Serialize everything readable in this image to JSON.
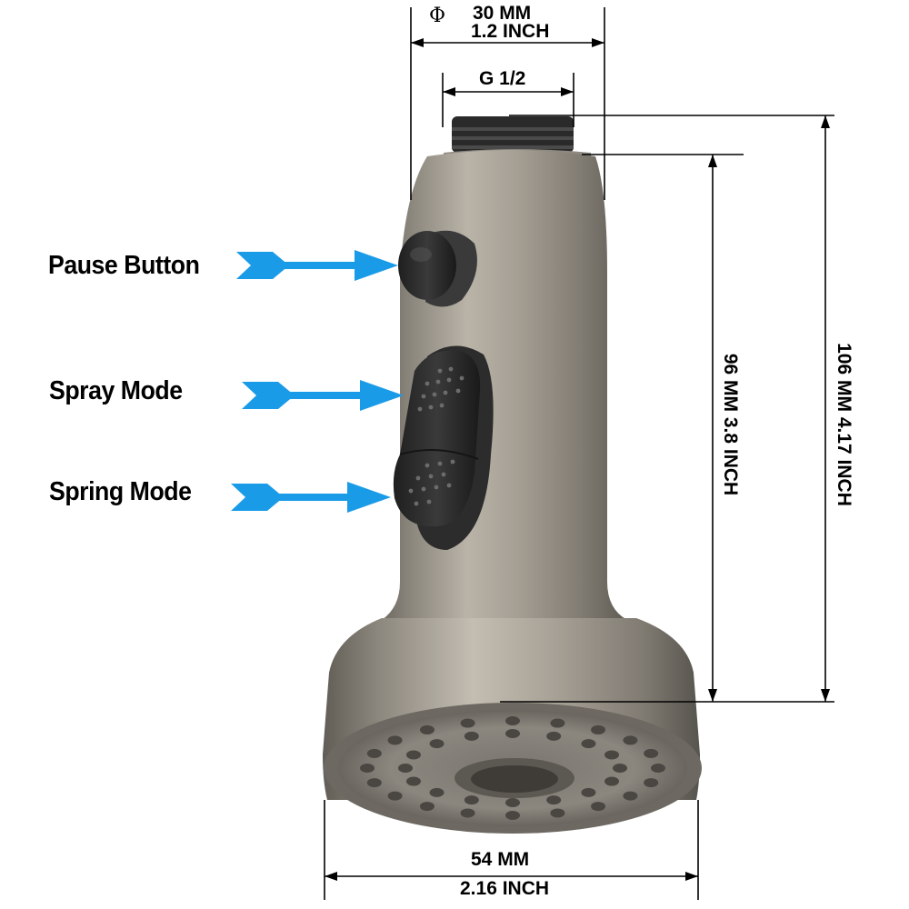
{
  "callouts": {
    "pause_button": "Pause Button",
    "spray_mode": "Spray Mode",
    "spring_mode": "Spring Mode"
  },
  "dimensions": {
    "diameter_symbol": "Φ",
    "top_width_mm": "30 MM",
    "top_width_inch": "1.2 INCH",
    "thread": "G 1/2",
    "height_96": "96 MM  3.8 INCH",
    "height_106": "106 MM  4.17 INCH",
    "bottom_width_mm": "54 MM",
    "bottom_width_inch": "2.16 INCH"
  },
  "colors": {
    "arrow": "#1a9be8",
    "finish": "#8a857c",
    "button": "#2b2b2b"
  }
}
